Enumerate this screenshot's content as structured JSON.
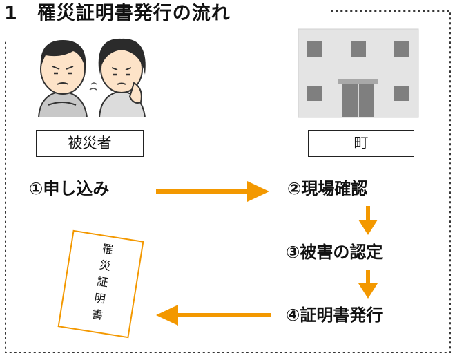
{
  "title": "1　罹災証明書発行の流れ",
  "actors": {
    "victim_label": "被災者",
    "town_label": "町"
  },
  "steps": [
    {
      "label": "①申し込み"
    },
    {
      "label": "②現場確認"
    },
    {
      "label": "③被害の認定"
    },
    {
      "label": "④証明書発行"
    }
  ],
  "certificate": {
    "text": "罹災証明書"
  },
  "colors": {
    "arrow": "#f39800",
    "building": "#e4e4e4",
    "building_window": "#7f7f7f",
    "person_skin": "#fde3c8",
    "person_shirt": "#c8c8c8",
    "person_hair": "#2b2b2b"
  },
  "icons": {
    "people": "worried-couple-illustration",
    "town": "town-hall-building-illustration"
  }
}
